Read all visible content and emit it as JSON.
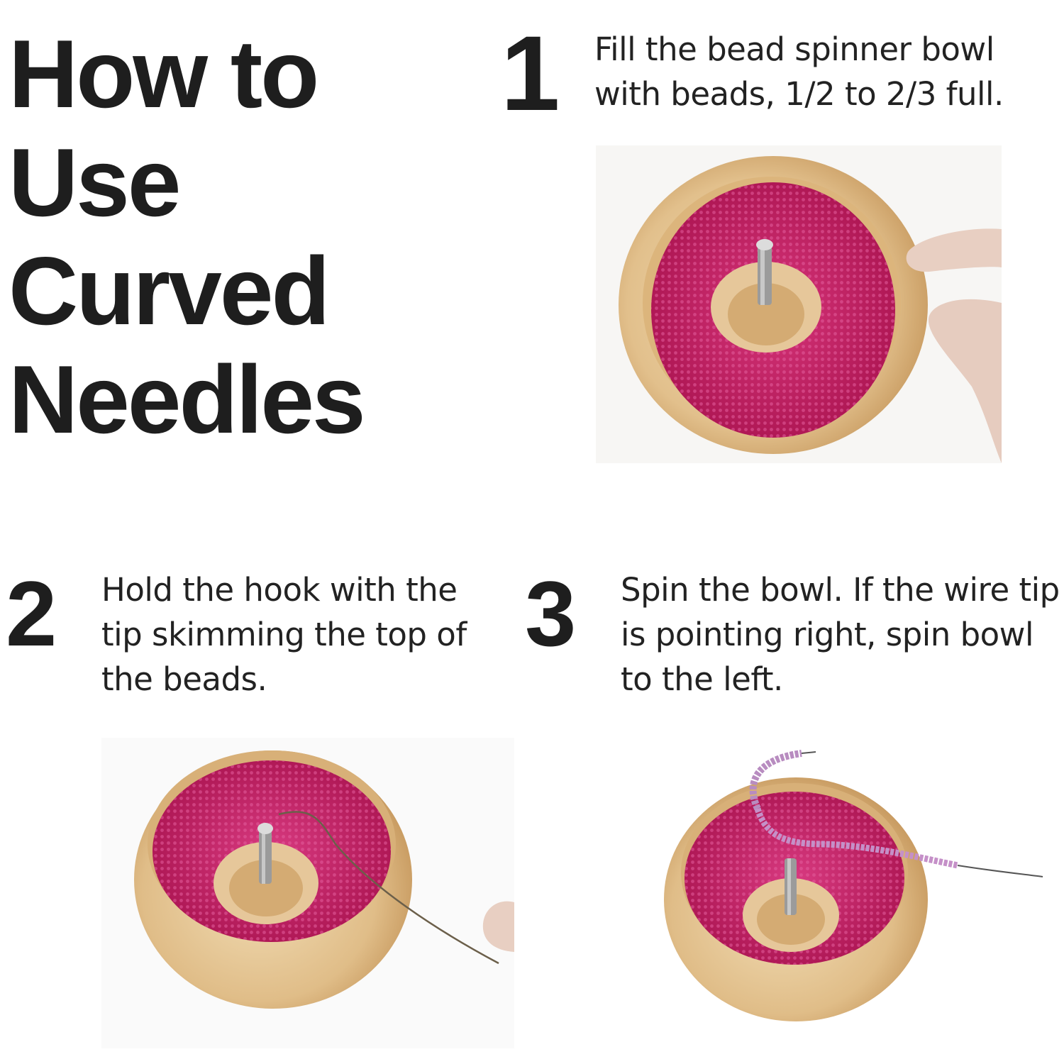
{
  "title": {
    "lines": [
      "How to",
      "Use",
      "Curved",
      "Needles"
    ]
  },
  "steps": [
    {
      "number": "1",
      "text_lines": [
        "Fill the bead spinner bowl",
        "with beads, 1/2 to 2/3 full."
      ]
    },
    {
      "number": "2",
      "text_lines": [
        "Hold the hook with the",
        "tip skimming the top of",
        "the beads."
      ]
    },
    {
      "number": "3",
      "text_lines": [
        "Spin the bowl. If the wire tip",
        "is pointing right, spin bowl",
        "to the left."
      ]
    }
  ],
  "colors": {
    "text": "#1e1e1e",
    "wood_light": "#ecd3a6",
    "wood_dark": "#c99c5e",
    "beads": "#c8185f",
    "beads_highlight": "#e0589a",
    "background": "#ffffff"
  }
}
